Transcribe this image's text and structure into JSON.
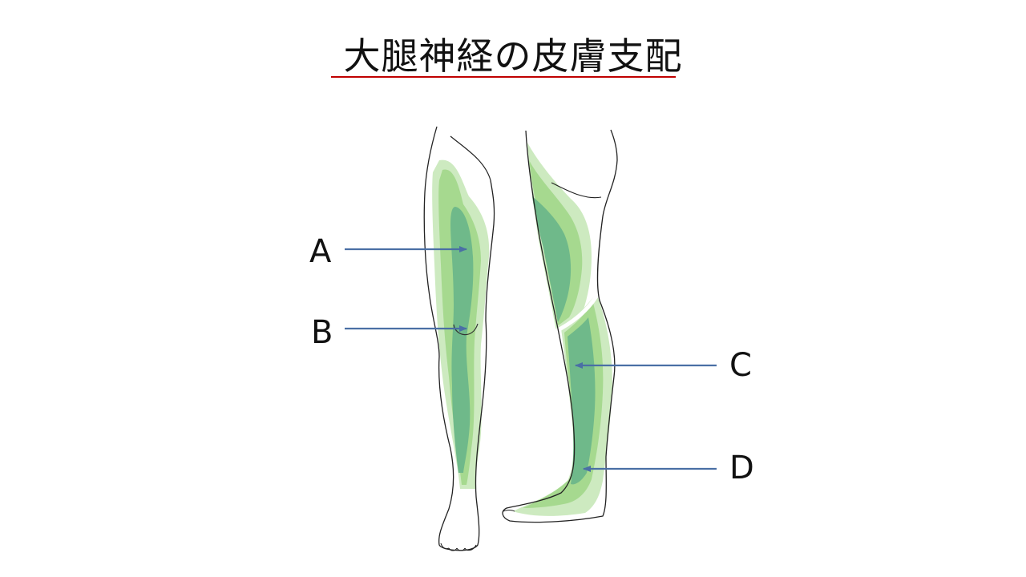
{
  "title": "大腿神経の皮膚支配",
  "labels": {
    "a": "A",
    "b": "B",
    "c": "C",
    "d": "D"
  },
  "colors": {
    "title_underline": "#c00000",
    "arrow": "#4a6fa5",
    "zone_light": "#cdeac0",
    "zone_mid": "#a6d98f",
    "zone_dark": "#6fb98a",
    "outline": "#222222"
  }
}
